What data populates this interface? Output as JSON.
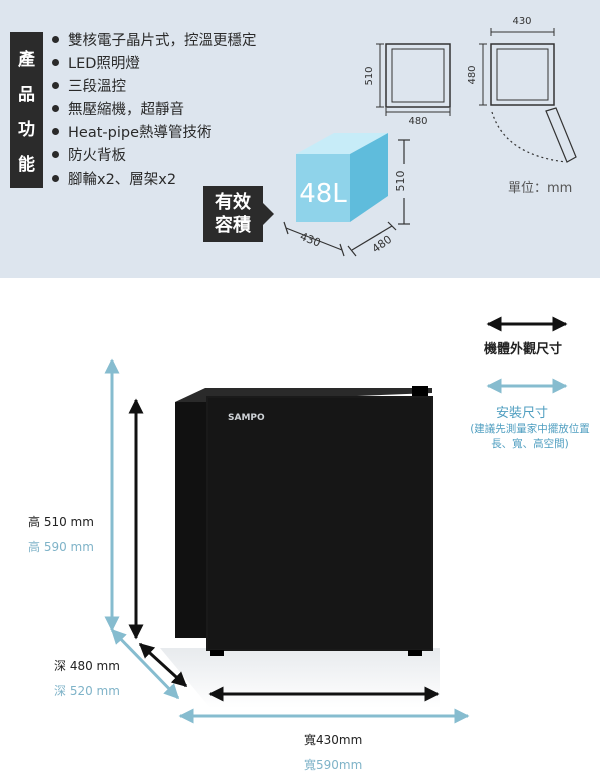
{
  "features": {
    "badge": [
      "產",
      "品",
      "功",
      "能"
    ],
    "items": [
      "雙核電子晶片式，控溫更穩定",
      "LED照明燈",
      "三段溫控",
      "無壓縮機，超靜音",
      "Heat-pipe熱導管技術",
      "防火背板",
      "腳輪x2、層架x2"
    ]
  },
  "capacity": {
    "label_line1": "有效",
    "label_line2": "容積",
    "value": "48L",
    "width": "430",
    "depth": "480",
    "height": "510"
  },
  "diagram": {
    "front_height": "510",
    "front_width": "480",
    "top_width": "430",
    "top_depth": "480",
    "unit": "單位：mm"
  },
  "fridge": {
    "brand": "SAMPO"
  },
  "dimensions": {
    "height_body": "高 510 mm",
    "height_install": "高 590 mm",
    "depth_body": "深 480 mm",
    "depth_install": "深 520 mm",
    "width_body": "寬430mm",
    "width_install": "寬590mm"
  },
  "legend": {
    "outer": "機體外觀尺寸",
    "install": "安裝尺寸",
    "note_line1": "(建議先測量家中擺放位置",
    "note_line2": "長、寬、高空間)"
  },
  "colors": {
    "panel_bg": "#dde5ee",
    "dark": "#2b2b2b",
    "install_blue": "#86bccf",
    "cube_blue": "#8fd3ea"
  }
}
